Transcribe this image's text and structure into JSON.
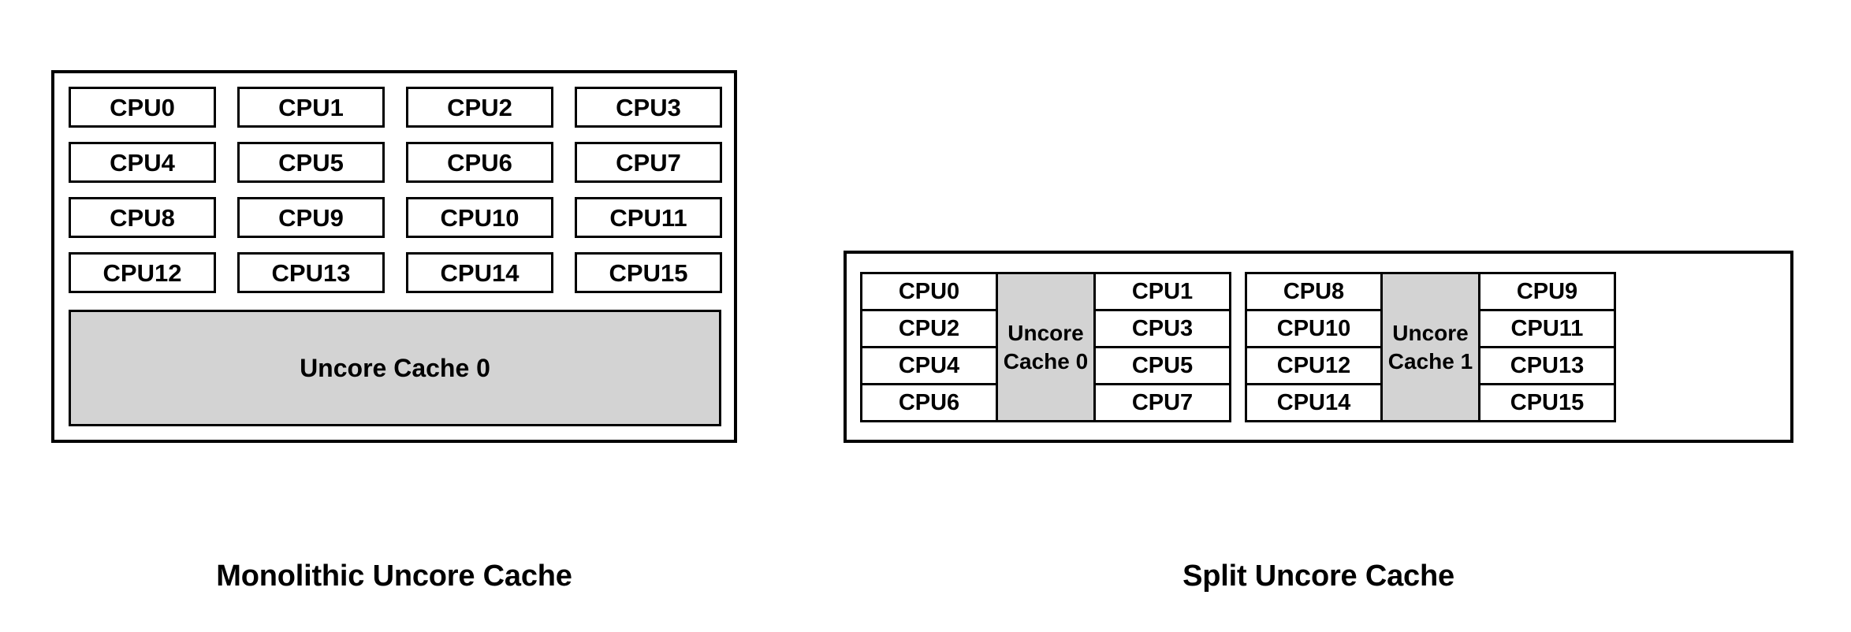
{
  "diagram": {
    "colors": {
      "cache_fill": "#d3d3d3",
      "border": "#000000",
      "background": "#ffffff",
      "text": "#000000"
    },
    "monolithic": {
      "caption": "Monolithic Uncore Cache",
      "cpu_rows": [
        [
          "CPU0",
          "CPU1",
          "CPU2",
          "CPU3"
        ],
        [
          "CPU4",
          "CPU5",
          "CPU6",
          "CPU7"
        ],
        [
          "CPU8",
          "CPU9",
          "CPU10",
          "CPU11"
        ],
        [
          "CPU12",
          "CPU13",
          "CPU14",
          "CPU15"
        ]
      ],
      "cache_label": "Uncore Cache 0"
    },
    "split": {
      "caption": "Split Uncore Cache",
      "clusters": [
        {
          "left_cpus": [
            "CPU0",
            "CPU2",
            "CPU4",
            "CPU6"
          ],
          "cache_label": "Uncore Cache 0",
          "right_cpus": [
            "CPU1",
            "CPU3",
            "CPU5",
            "CPU7"
          ]
        },
        {
          "left_cpus": [
            "CPU8",
            "CPU10",
            "CPU12",
            "CPU14"
          ],
          "cache_label": "Uncore Cache 1",
          "right_cpus": [
            "CPU9",
            "CPU11",
            "CPU13",
            "CPU15"
          ]
        }
      ]
    }
  }
}
